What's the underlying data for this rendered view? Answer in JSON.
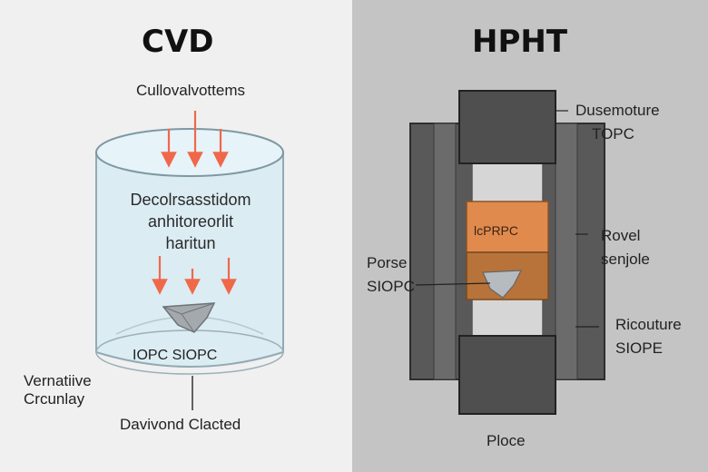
{
  "cvd": {
    "title": "CVD",
    "top_label": "Cullovalvottems",
    "chamber_text": [
      "Decolrsasstidom",
      "anhitoreorlit",
      "haritun"
    ],
    "base_label": "IOPC SIOPC",
    "side_label": [
      "Vernatiive",
      "Crcunlay"
    ],
    "bottom_label": "Davivond Clacted",
    "colors": {
      "arrow": "#f0684a",
      "glass": "#cfe6f0",
      "diamond": "#9aa0a6"
    }
  },
  "hpht": {
    "title": "HPHT",
    "label_top_right": [
      "Dusemoture",
      "TOPC"
    ],
    "capsule_label": "lcPRPC",
    "label_left": [
      "Porse",
      "SIOPC"
    ],
    "label_mid_right": [
      "Rovel",
      "senjole"
    ],
    "label_bottom_right": [
      "Ricouture",
      "SIOPE"
    ],
    "bottom_label": "Ploce",
    "colors": {
      "press": "#4a4a4a",
      "anvil": "#5a5a5a",
      "cell": "#d8d8d8",
      "capsule_top": "#e08a4e",
      "capsule_bottom": "#b8733a"
    }
  }
}
